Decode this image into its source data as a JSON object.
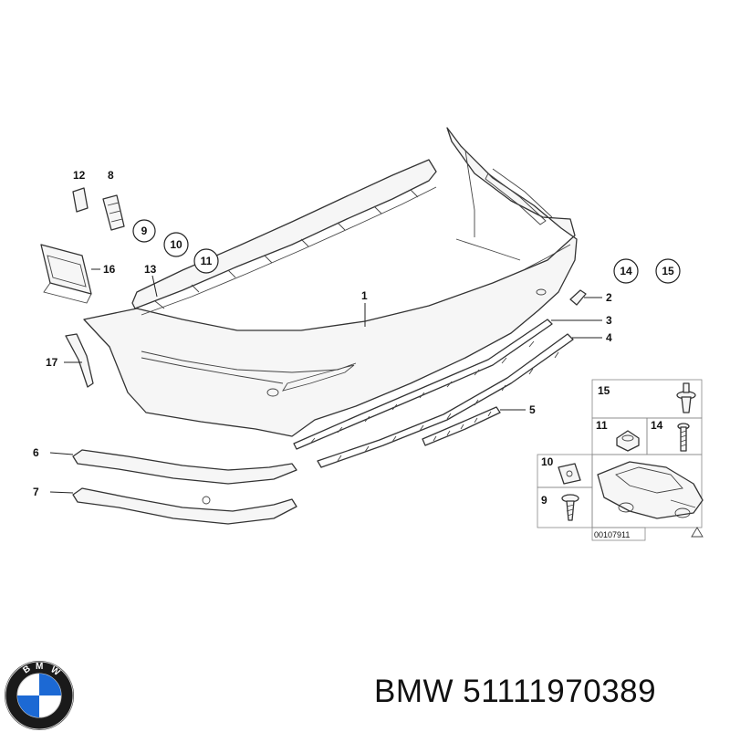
{
  "diagram": {
    "labels": {
      "p1": "1",
      "p2": "2",
      "p3": "3",
      "p4": "4",
      "p5": "5",
      "p6": "6",
      "p7": "7",
      "p8": "8",
      "p9": "9",
      "p10": "10",
      "p11": "11",
      "p12": "12",
      "p13": "13",
      "p14": "14",
      "p15": "15",
      "p16": "16",
      "p17": "17"
    },
    "circled": {
      "c9": "9",
      "c10": "10",
      "c11": "11",
      "c14": "14",
      "c15": "15"
    },
    "legend_box": {
      "l15": "15",
      "l11": "11",
      "l14": "14",
      "l10": "10",
      "l9": "9"
    },
    "image_code": "00107911"
  },
  "caption": {
    "brand": "BMW",
    "part_number": "51111970389",
    "text": "BMW 51111970389"
  },
  "logo": {
    "letters": [
      "B",
      "M",
      "W"
    ],
    "colors": {
      "blue": "#1c69d4",
      "white": "#ffffff",
      "ring": "#1a1a1a"
    }
  }
}
